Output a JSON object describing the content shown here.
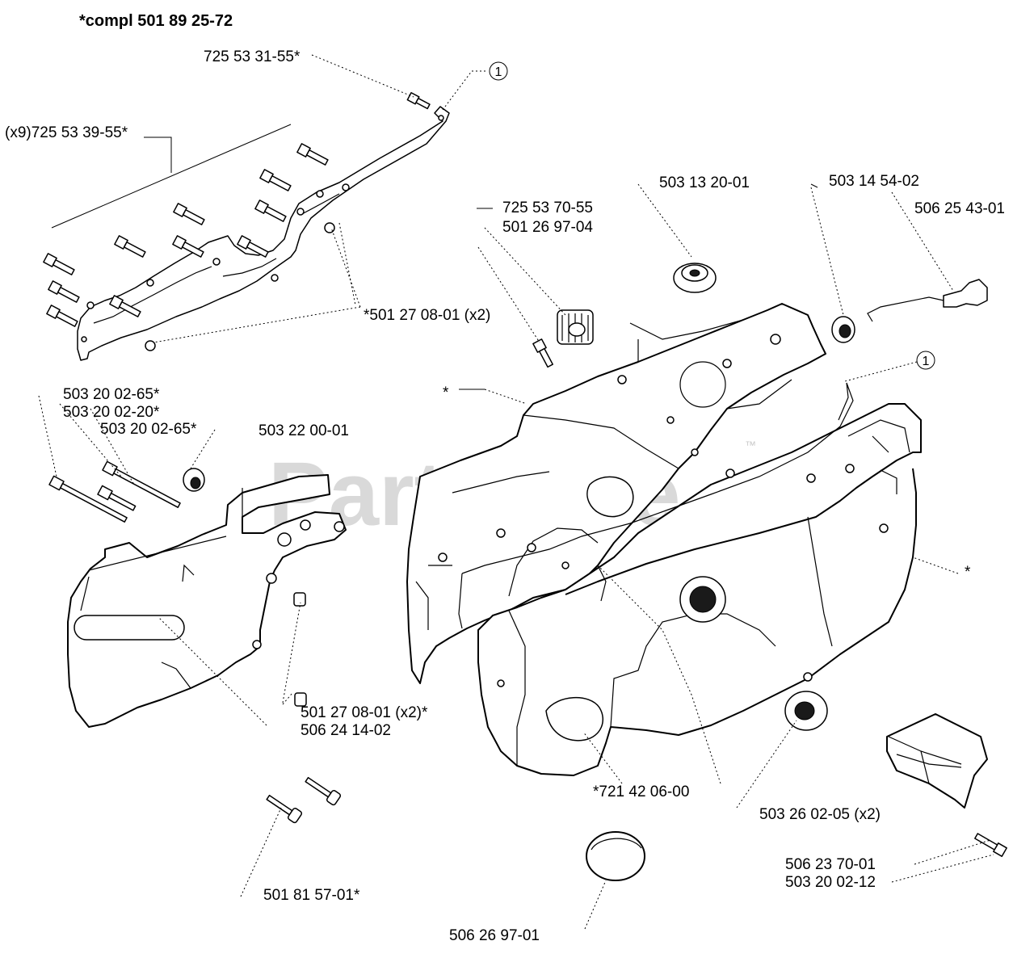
{
  "title": "*compl 501 89 25-72",
  "watermark": "PartsTree",
  "watermark_tm": "™",
  "labels": {
    "p_725_53_31_55": "725 53 31-55*",
    "p_x9_725_53_39_55": "(x9)725 53 39-55*",
    "p_501_27_08_01_x2": "*501 27 08-01 (x2)",
    "p_725_53_70_55": "725 53 70-55",
    "p_501_26_97_04": "501 26 97-04",
    "p_503_13_20_01": "503 13 20-01",
    "p_503_14_54_02": "503 14 54-02",
    "p_506_25_43_01": "506 25 43-01",
    "p_503_20_02_65_a": "503 20 02-65*",
    "p_503_20_02_20": "503 20 02-20*",
    "p_503_20_02_65_b": "503 20 02-65*",
    "p_503_22_00_01": "503 22 00-01",
    "star_left": "*",
    "star_right": "*",
    "p_501_27_08_01_x2_star": "501 27 08-01 (x2)*",
    "p_506_24_14_02": "506 24 14-02",
    "p_721_42_06_00": "*721 42 06-00",
    "p_503_26_02_05_x2": "503 26 02-05 (x2)",
    "p_506_23_70_01": "506 23 70-01",
    "p_503_20_02_12": "503 20 02-12",
    "p_501_81_57_01": "501 81 57-01*",
    "p_506_26_97_01": "506 26 97-01",
    "ref_1_top": "1",
    "ref_1_mid": "1"
  },
  "icons": [
    "screw-icon",
    "grommet-icon",
    "bushing-icon",
    "plug-icon",
    "bracket-icon",
    "filter-cap-icon",
    "gasket-icon",
    "crankcase-icon",
    "chain-cover-icon"
  ]
}
